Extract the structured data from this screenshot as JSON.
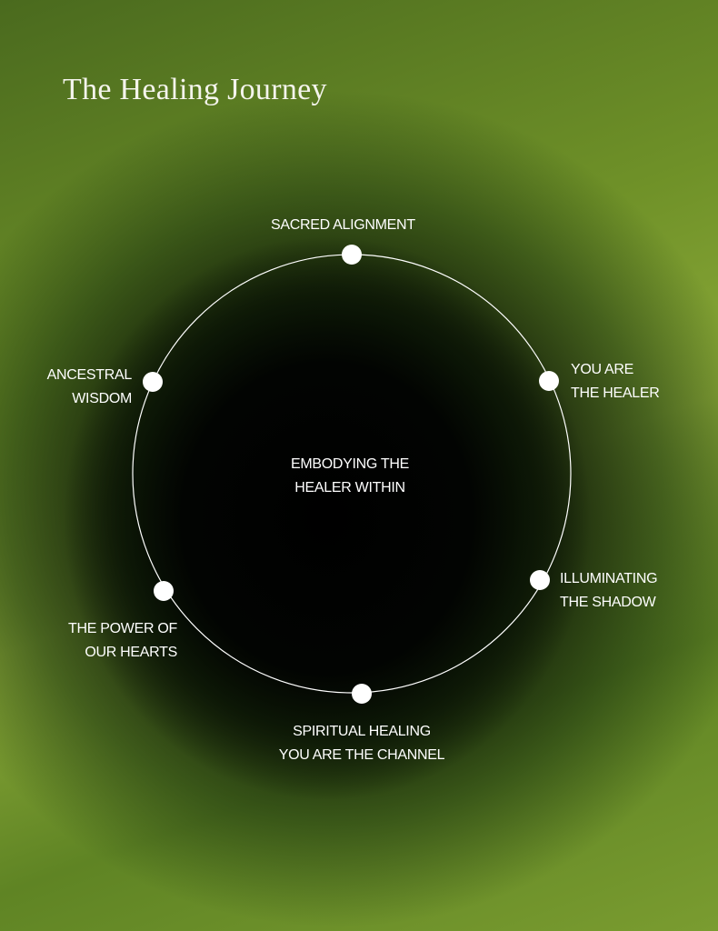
{
  "title": "The Healing Journey",
  "center": {
    "line1": "EMBODYING THE",
    "line2": "HEALER  WITHIN"
  },
  "stages": [
    {
      "line1": "SACRED ALIGNMENT",
      "line2": ""
    },
    {
      "line1": "YOU ARE",
      "line2": "THE HEALER"
    },
    {
      "line1": "ILLUMINATING",
      "line2": "THE SHADOW"
    },
    {
      "line1": "SPIRITUAL HEALING",
      "line2": "YOU ARE THE CHANNEL"
    },
    {
      "line1": "THE POWER OF",
      "line2": "OUR HEARTS"
    },
    {
      "line1": "ANCESTRAL",
      "line2": "WISDOM"
    }
  ]
}
